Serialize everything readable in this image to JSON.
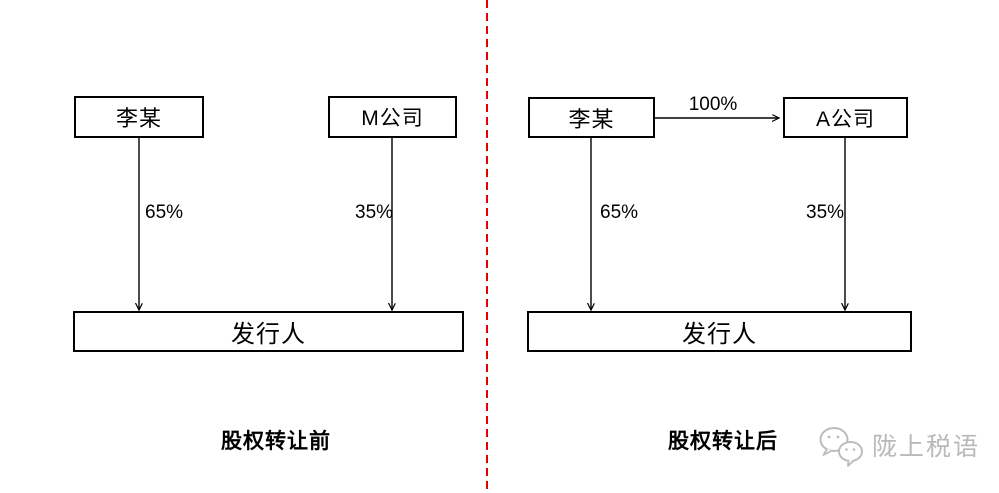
{
  "diagram": {
    "divider_color": "#e60000",
    "line_color": "#000000",
    "panels": [
      {
        "caption": "股权转让前",
        "nodes": {
          "person": "李某",
          "company": "M公司",
          "issuer": "发行人"
        },
        "labels": {
          "person_stake": "65%",
          "company_stake": "35%"
        }
      },
      {
        "caption": "股权转让后",
        "nodes": {
          "person": "李某",
          "company": "A公司",
          "issuer": "发行人"
        },
        "labels": {
          "person_stake": "65%",
          "company_stake": "35%",
          "transfer": "100%"
        }
      }
    ]
  },
  "watermark": {
    "icon": "wechat-logo-icon",
    "label": "陇上税语",
    "color": "#b9b9b9"
  }
}
